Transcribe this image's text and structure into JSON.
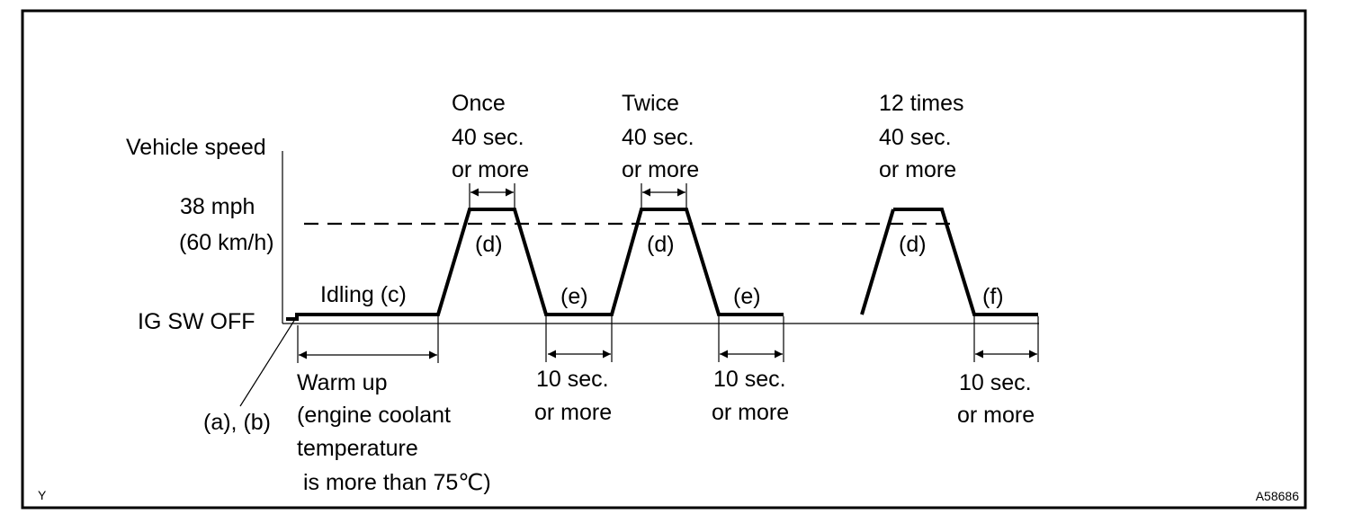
{
  "axis": {
    "y_label": "Vehicle speed",
    "speed_mph": "38 mph",
    "speed_kmh": "(60 km/h)",
    "base_label": "IG SW OFF"
  },
  "labels": {
    "idling": "Idling (c)",
    "ab": "(a), (b)",
    "d": "(d)",
    "e": "(e)",
    "f": "(f)"
  },
  "peaks": [
    {
      "line1": "Once",
      "line2": "40 sec.",
      "line3": "or more"
    },
    {
      "line1": "Twice",
      "line2": "40 sec.",
      "line3": "or more"
    },
    {
      "line1": "12 times",
      "line2": "40 sec.",
      "line3": "or more"
    }
  ],
  "warm_up": {
    "line1": "Warm up",
    "line2": "(engine coolant",
    "line3": "temperature",
    "line4": " is more than 75℃)"
  },
  "pauses": [
    {
      "line1": "10 sec.",
      "line2": "or more"
    },
    {
      "line1": "10 sec.",
      "line2": "or more"
    },
    {
      "line1": "10 sec.",
      "line2": "or more"
    }
  ],
  "corner": {
    "left": "Y",
    "right": "A58686"
  }
}
